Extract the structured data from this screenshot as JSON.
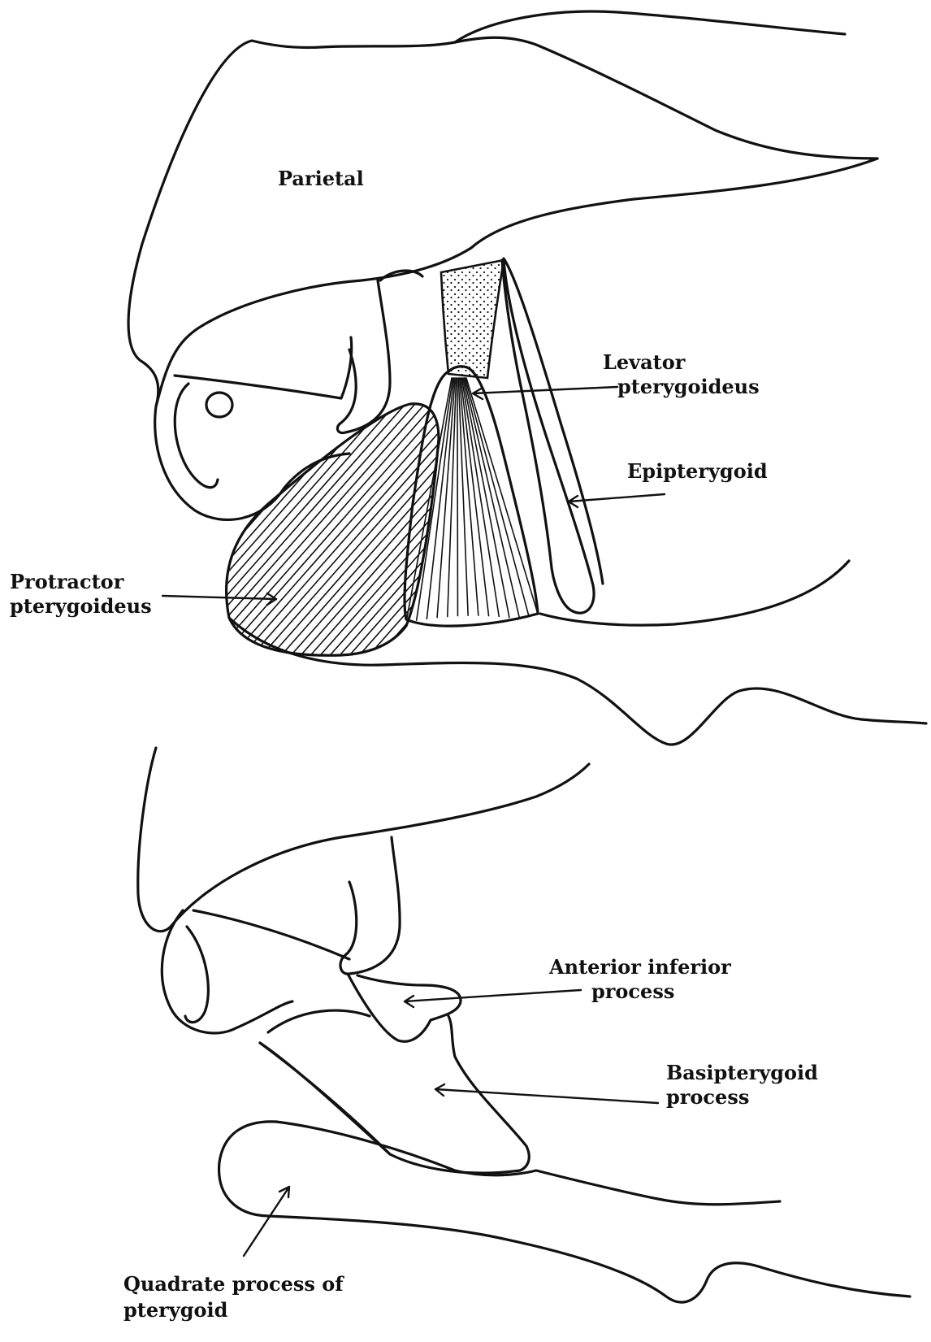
{
  "top_panel": {
    "parietal": "Parietal",
    "levator": [
      "Levator",
      "pterygoideus"
    ],
    "epipterygoid": "Epipterygoid",
    "protractor": [
      "Protractor",
      "pterygoideus"
    ]
  },
  "bottom_panel": {
    "anterior_inferior": [
      "Anterior inferior",
      "process"
    ],
    "basipterygoid": [
      "Basipterygoid",
      "process"
    ],
    "quadrate": [
      "Quadrate process of",
      "pterygoid"
    ]
  }
}
